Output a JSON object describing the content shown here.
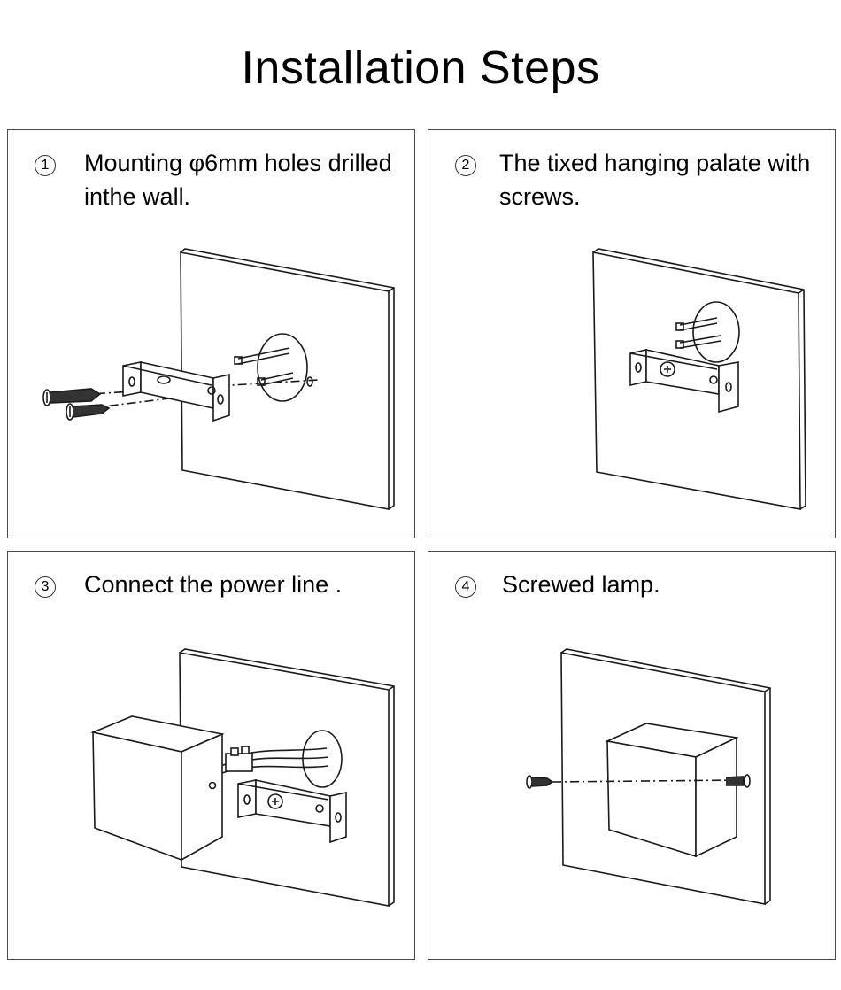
{
  "title": "Installation Steps",
  "steps": [
    {
      "number": "1",
      "text": "Mounting φ6mm holes drilled inthe wall."
    },
    {
      "number": "2",
      "text": "The tixed hanging palate with screws."
    },
    {
      "number": "3",
      "text": "Connect the power line ."
    },
    {
      "number": "4",
      "text": "Screwed lamp."
    }
  ],
  "colors": {
    "line": "#1a1a1a",
    "border": "#4a4a4a",
    "background": "#ffffff"
  }
}
